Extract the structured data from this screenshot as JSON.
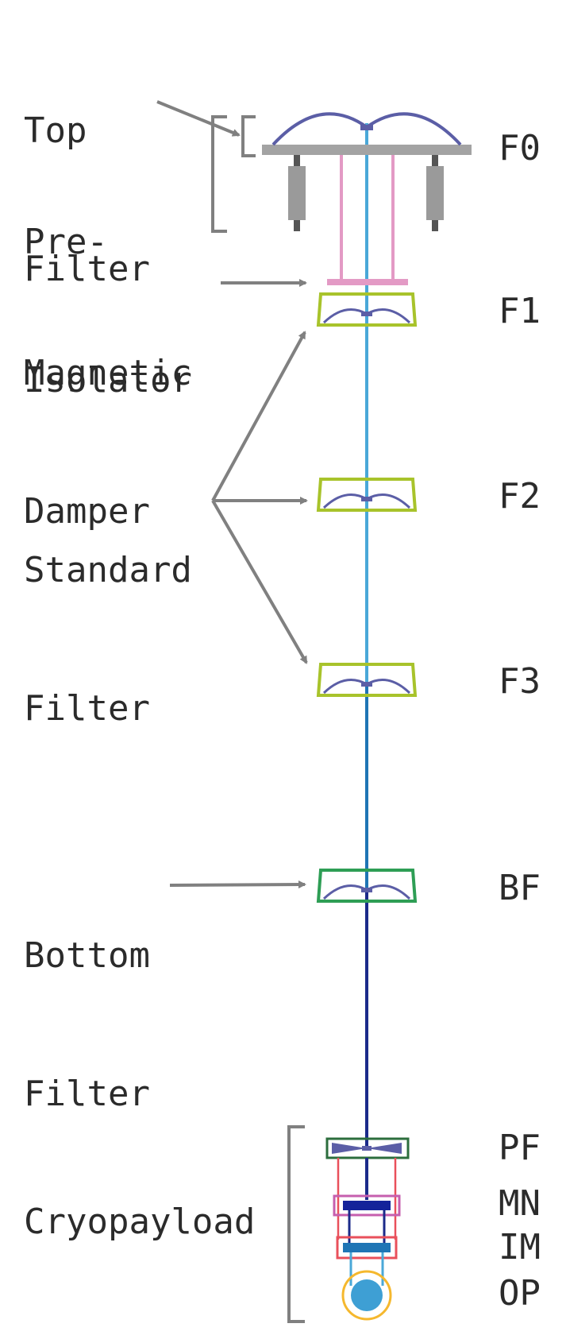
{
  "labels": {
    "top_filter": [
      "Top",
      "Filter"
    ],
    "pre_isolator": [
      "Pre-",
      "Isolator"
    ],
    "magnetic_damper": [
      "Magnetic",
      "Damper"
    ],
    "standard_filter": [
      "Standard",
      "Filter"
    ],
    "bottom_filter": [
      "Bottom",
      "Filter"
    ],
    "cryopayload": "Cryopayload"
  },
  "stages": {
    "f0": "F0",
    "f1": "F1",
    "f2": "F2",
    "f3": "F3",
    "bf": "BF",
    "pf": "PF",
    "mn": "MN",
    "im": "IM",
    "op": "OP"
  },
  "colors": {
    "arrow_gray": "#808080",
    "blade_purple": "#5b5ea6",
    "standard_filter_green": "#a8c32b",
    "bottom_filter_green": "#2e9e55",
    "damper_pink": "#e39ac5",
    "wire_light_blue": "#4aa8d8",
    "wire_mid_blue": "#1f75b5",
    "wire_dark_blue": "#1b2a8a",
    "pf_green": "#2c6e3d",
    "mn_magenta": "#c65fae",
    "im_red": "#e9505b",
    "op_orange": "#f5b82e",
    "mirror_blue": "#3e9fd4"
  }
}
